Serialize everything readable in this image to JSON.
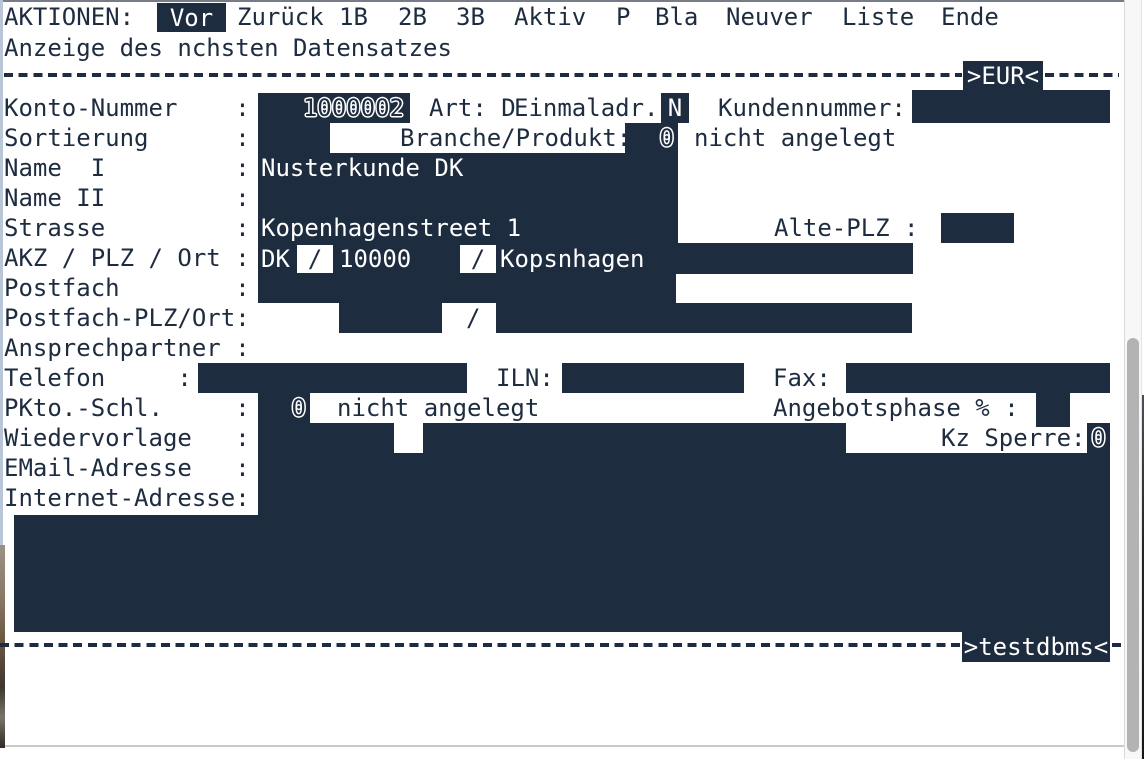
{
  "colors": {
    "navy": "#1e2c40",
    "background": "#ffffff"
  },
  "menu": {
    "label": "AKTIONEN:",
    "active_item": "Vor",
    "items": [
      "Vor",
      "Zurück",
      "1B",
      "2B",
      "3B",
      "Aktiv",
      "P",
      "Bla",
      "Neuver",
      "Liste",
      "Ende"
    ]
  },
  "status_line": "Anzeige des nchsten Datensatzes",
  "markers": {
    "top": ">EUR<",
    "bottom": ">testdbms<"
  },
  "form": {
    "konto_nummer": {
      "label": "Konto-Nummer    :",
      "value": "1000002"
    },
    "art": {
      "label": "Art: D"
    },
    "einmaladr": {
      "label": "Einmaladr.:",
      "value": "N"
    },
    "kundennummer": {
      "label": "Kundennummer:",
      "value": ""
    },
    "sortierung": {
      "label": "Sortierung      :",
      "value": ""
    },
    "branche": {
      "label": "Branche/Produkt:",
      "value": "0",
      "note": "nicht angelegt"
    },
    "name1": {
      "label": "Name  I         :",
      "value": "Nusterkunde DK"
    },
    "name2": {
      "label": "Name II         :",
      "value": ""
    },
    "strasse": {
      "label": "Strasse         :",
      "value": "Kopenhagenstreet 1"
    },
    "alte_plz": {
      "label": "Alte-PLZ :",
      "value": ""
    },
    "akz_plz_ort": {
      "label": "AKZ / PLZ / Ort :",
      "akz": "DK",
      "sep1": "/",
      "plz": "10000",
      "sep2": "/",
      "ort": "Kopsnhagen"
    },
    "postfach": {
      "label": "Postfach        :",
      "value": ""
    },
    "postfach_plz_ort": {
      "label": "Postfach-PLZ/Ort:",
      "sep": "/",
      "plz": "",
      "ort": ""
    },
    "ansprechpartner": {
      "label": "Ansprechpartner :",
      "value": ""
    },
    "telefon": {
      "label": "Telefon     :",
      "value": ""
    },
    "iln": {
      "label": "ILN:",
      "value": ""
    },
    "fax": {
      "label": "Fax:",
      "value": ""
    },
    "pkto_schl": {
      "label": "PKto.-Schl.     :",
      "value": "0",
      "note": "nicht angelegt"
    },
    "angebotsphase": {
      "label": "Angebotsphase % :",
      "value": ""
    },
    "wiedervorlage": {
      "label": "Wiedervorlage   :",
      "value": ""
    },
    "kz_sperre": {
      "label": "Kz Sperre:",
      "value": "0"
    },
    "email": {
      "label": "EMail-Adresse   :",
      "value": ""
    },
    "internet": {
      "label": "Internet-Adresse:",
      "value": ""
    }
  }
}
